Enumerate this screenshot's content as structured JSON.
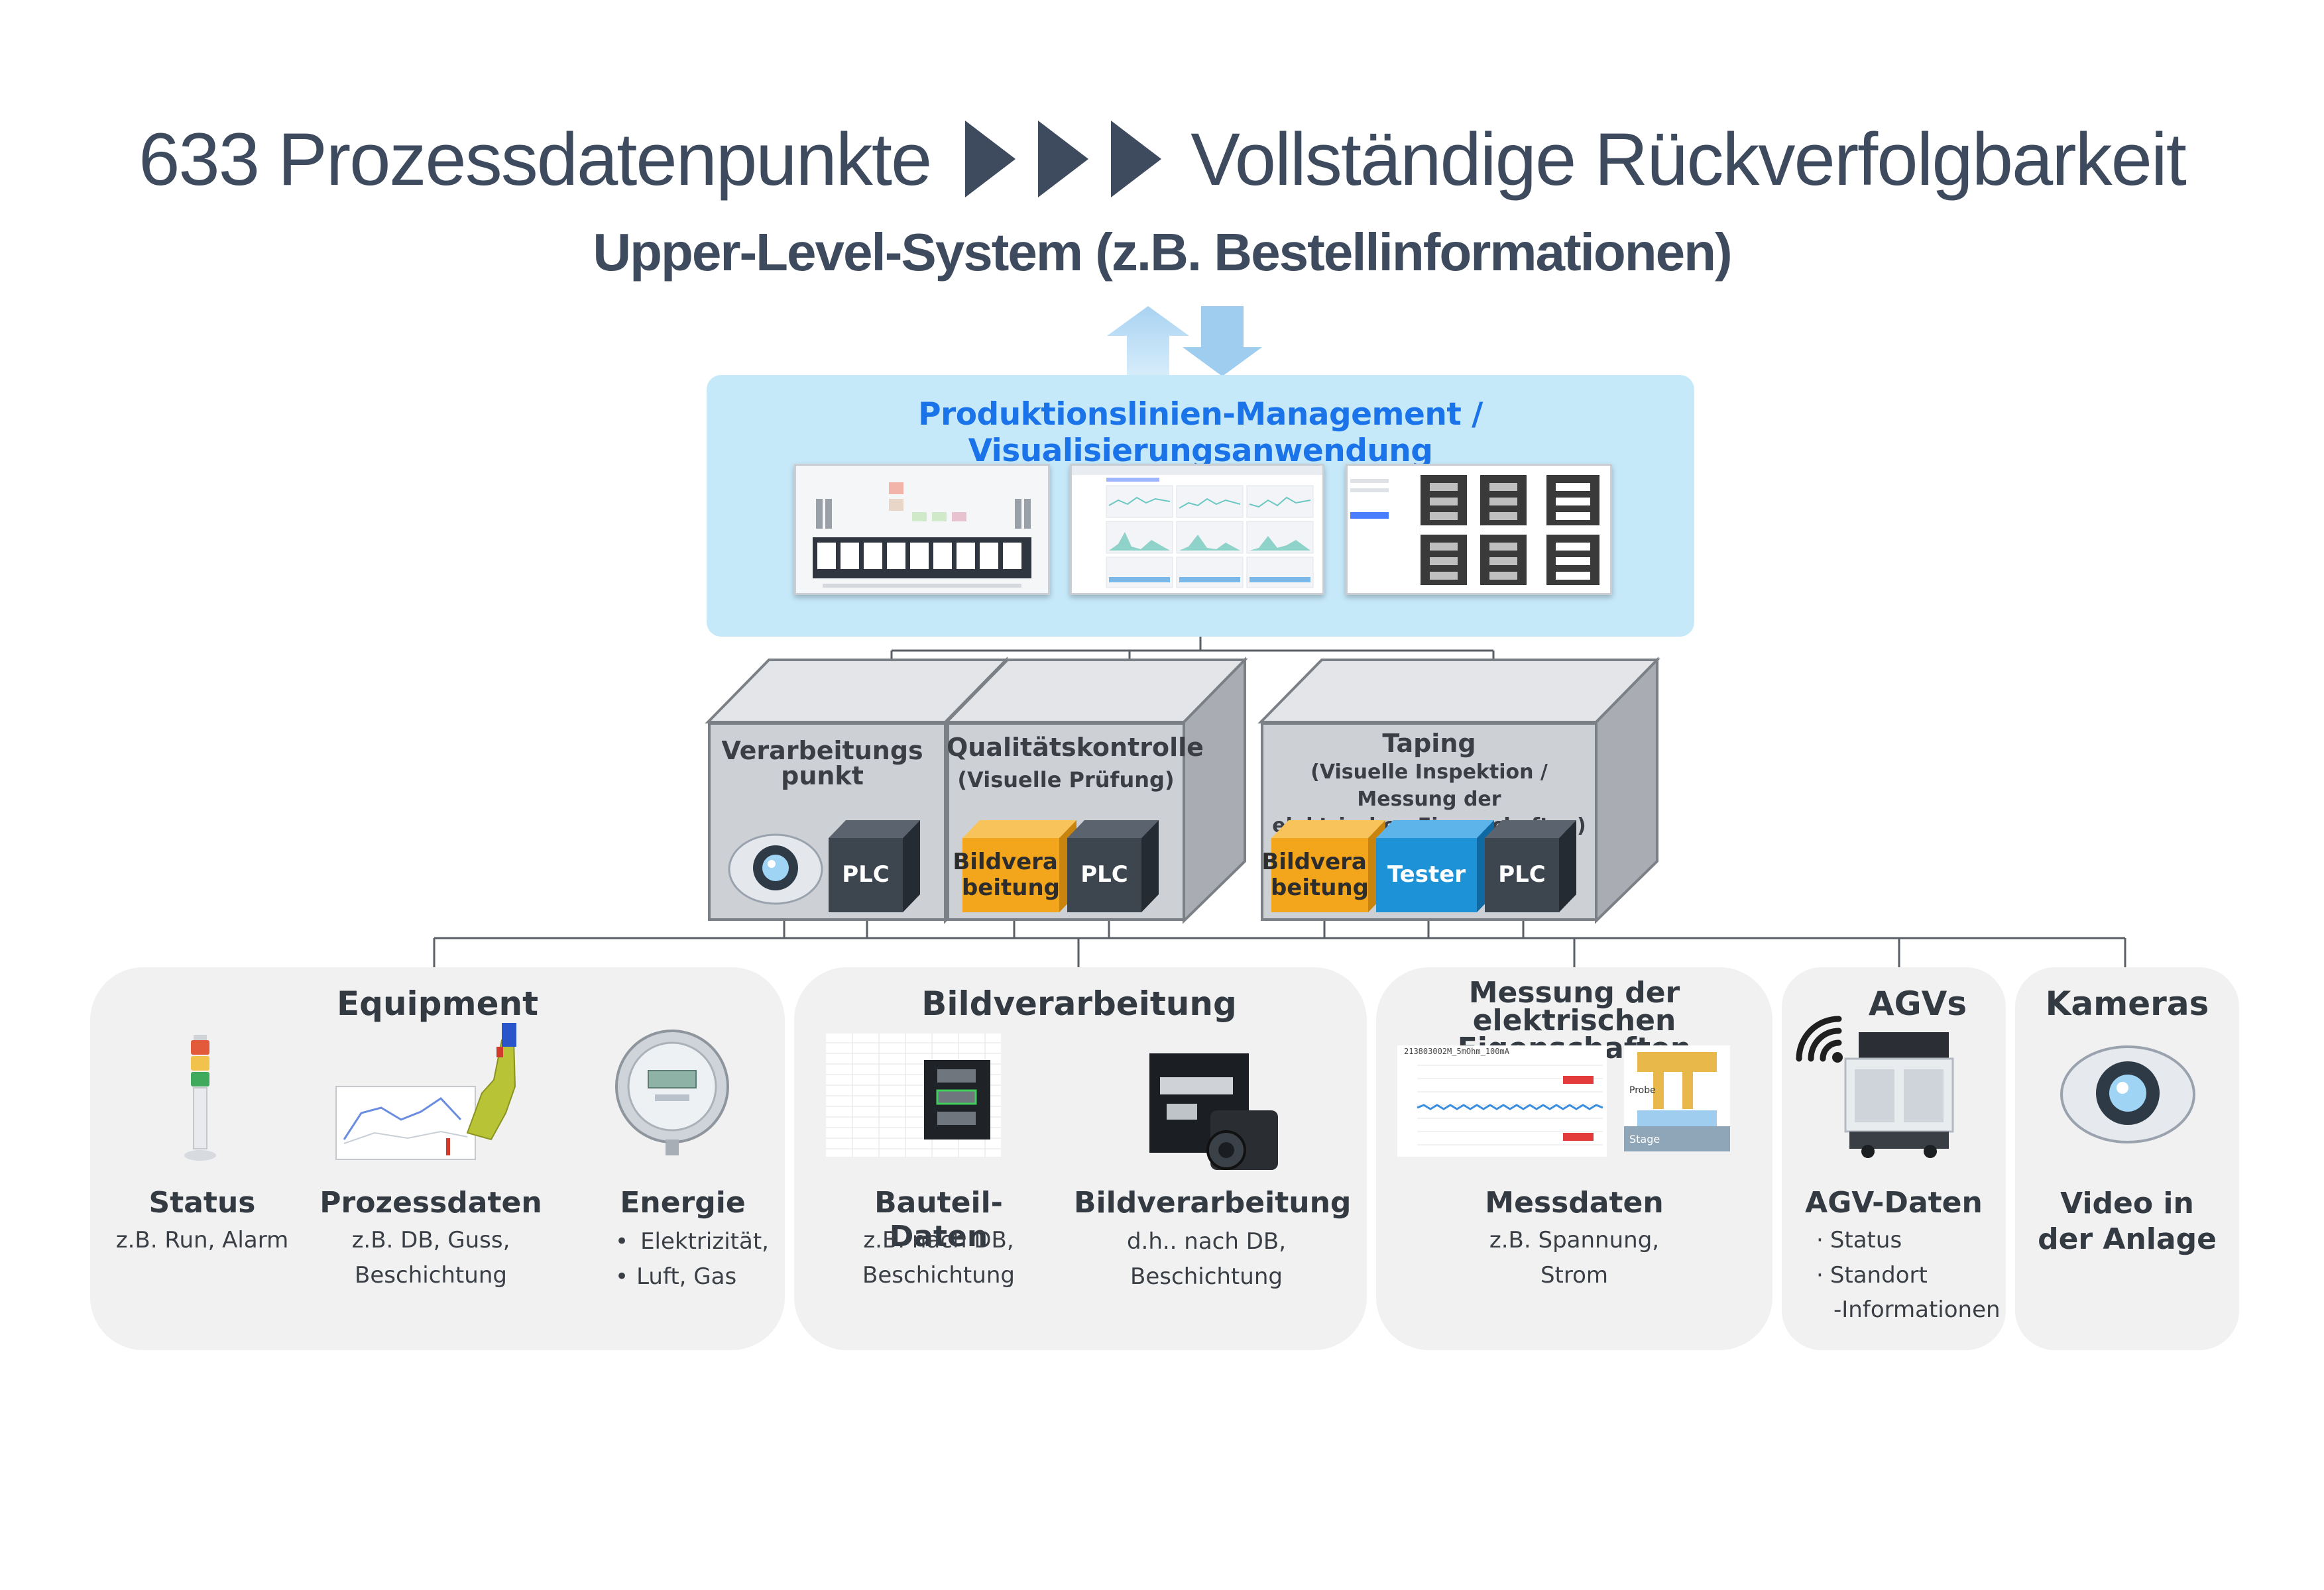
{
  "header": {
    "title_left": "633 Prozessdatenpunkte",
    "title_right": "Vollständige Rückverfolgbarkeit",
    "subtitle": "Upper-Level-System (z.B. Bestellinformationen)"
  },
  "management": {
    "title": "Produktionslinien-Management / Visualisierungsanwendung"
  },
  "stations": {
    "processing": {
      "title_line1": "Verarbeitungs",
      "title_line2": "punkt",
      "plc": "PLC"
    },
    "quality": {
      "title": "Qualitätskontrolle",
      "subtitle": "(Visuelle Prüfung)",
      "image_line1": "Bildverar",
      "image_line2": "beitung",
      "plc": "PLC"
    },
    "taping": {
      "title": "Taping",
      "subtitle_line1": "(Visuelle Inspektion / Messung der",
      "subtitle_line2": "elektrischen Eigenschaften)",
      "image_line1": "Bildverar",
      "image_line2": "beitung",
      "tester": "Tester",
      "plc": "PLC"
    }
  },
  "panels": {
    "equipment": {
      "title": "Equipment",
      "status": {
        "title": "Status",
        "line1": "z.B. Run, Alarm"
      },
      "process": {
        "title": "Prozessdaten",
        "line1": "z.B. DB, Guss,",
        "line2": "Beschichtung"
      },
      "energy": {
        "title": "Energie",
        "line1": "Elektrizität,",
        "line2": "Luft, Gas"
      }
    },
    "image": {
      "title": "Bildverarbeitung",
      "parts": {
        "title": "Bauteil-Daten",
        "line1": "z.B. nach DB,",
        "line2": "Beschichtung"
      },
      "processing": {
        "title": "Bildverarbeitung",
        "line1": "d.h.. nach DB,",
        "line2": "Beschichtung"
      }
    },
    "measurement": {
      "title_line1": "Messung der elektrischen",
      "title_line2": "Eigenschaften",
      "chart_caption": "213803002M_5mOhm_100mA",
      "probe": "Probe",
      "stage": "Stage",
      "data": {
        "title": "Messdaten",
        "line1": "z.B. Spannung,",
        "line2": "Strom"
      }
    },
    "agv": {
      "title": "AGVs",
      "data": {
        "title": "AGV-Daten",
        "line1": "Status",
        "line2": "Standort",
        "line3": "-Informationen"
      }
    },
    "cameras": {
      "title": "Kameras",
      "data": {
        "title_line1": "Video in",
        "title_line2": "der Anlage"
      }
    }
  },
  "colors": {
    "text_dark": "#3e4b5e",
    "accent_blue": "#1a73e8",
    "mgmt_bg": "#c6e9fa",
    "plc": "#3d454f",
    "image_processing": "#f3a51c",
    "tester": "#1e92d6",
    "panel_bg": "#f1f1f2"
  }
}
